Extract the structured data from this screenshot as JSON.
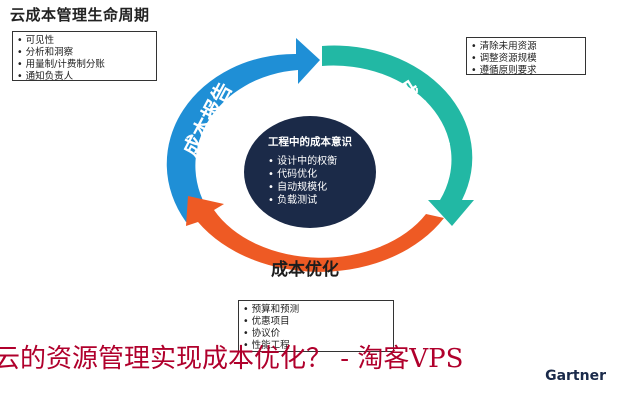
{
  "title": "云成本管理生命周期",
  "report": {
    "label": "成本报告",
    "items": [
      "可见性",
      "分析和洞察",
      "用量制/计费制分账",
      "通知负责人"
    ]
  },
  "repair": {
    "label": "成本修复",
    "items": [
      "清除未用资源",
      "调整资源规模",
      "遵循原则要求"
    ]
  },
  "optimize": {
    "label": "成本优化",
    "items": [
      "预算和预测",
      "优惠项目",
      "协议价",
      "性能工程"
    ]
  },
  "center": {
    "title": "工程中的成本意识",
    "items": [
      "设计中的权衡",
      "代码优化",
      "自动规模化",
      "负载测试"
    ]
  },
  "watermark": "云的资源管理实现成本优化？ - 淘客VPS",
  "brand": "Gartner",
  "colors": {
    "report_arc": "#1f8fd6",
    "repair_arc": "#22b8a4",
    "optimize_arc": "#ee5a24",
    "center_fill": "#1b2a48"
  }
}
